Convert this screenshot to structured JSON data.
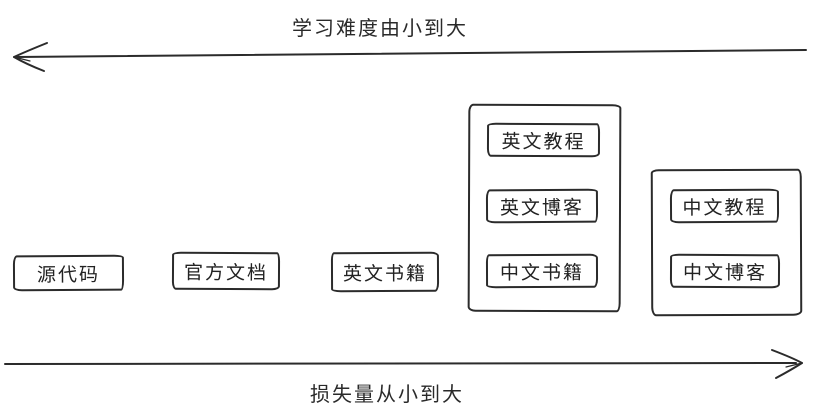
{
  "axes": {
    "top": {
      "label": "学习难度由小到大",
      "direction": "left"
    },
    "bottom": {
      "label": "损失量从小到大",
      "direction": "right"
    }
  },
  "nodes": [
    {
      "label": "源代码"
    },
    {
      "label": "官方文档"
    },
    {
      "label": "英文书籍"
    }
  ],
  "groups": [
    {
      "name": "english-resources-group",
      "items": [
        {
          "label": "英文教程"
        },
        {
          "label": "英文博客"
        },
        {
          "label": "中文书籍"
        }
      ]
    },
    {
      "name": "chinese-resources-group",
      "items": [
        {
          "label": "中文教程"
        },
        {
          "label": "中文博客"
        }
      ]
    }
  ],
  "icons": {
    "left_arrow": "left-arrow-axis",
    "right_arrow": "right-arrow-axis"
  },
  "colors": {
    "ink": "#2b2b2b",
    "background": "#ffffff"
  }
}
